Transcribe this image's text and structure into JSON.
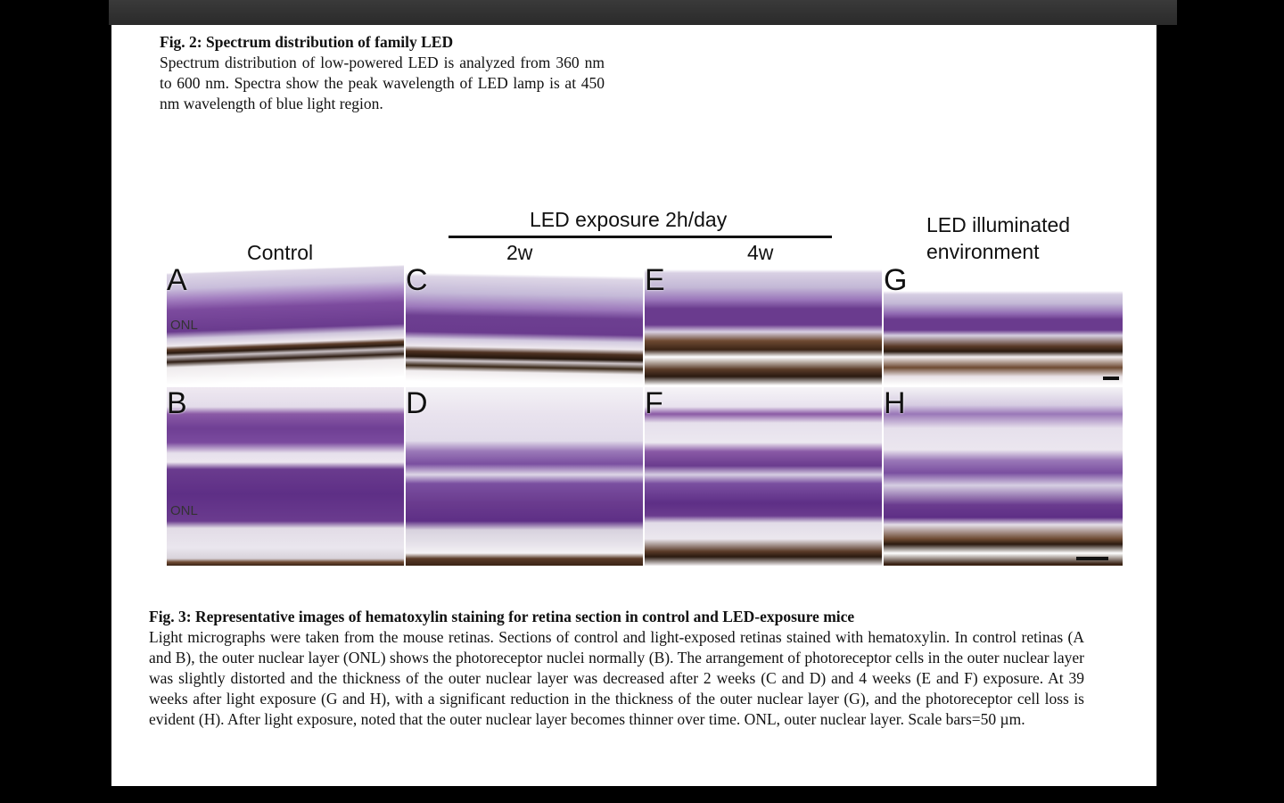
{
  "fig2": {
    "title": "Fig. 2: Spectrum distribution of family LED",
    "body": "Spectrum distribution of low-powered LED is analyzed from 360 nm to 600 nm. Spectra show the peak wavelength of LED lamp is at 450 nm wavelength of blue light region."
  },
  "figure": {
    "header_exposure": "LED exposure 2h/day",
    "header_control": "Control",
    "header_2w": "2w",
    "header_4w": "4w",
    "header_env_line1": "LED illuminated",
    "header_env_line2": "environment",
    "onl_label": "ONL",
    "panels": {
      "A": {
        "label": "A"
      },
      "B": {
        "label": "B"
      },
      "C": {
        "label": "C"
      },
      "D": {
        "label": "D"
      },
      "E": {
        "label": "E"
      },
      "F": {
        "label": "F"
      },
      "G": {
        "label": "G"
      },
      "H": {
        "label": "H"
      }
    },
    "colors": {
      "tissue_light": "#e3dcea",
      "tissue_purple": "#8a5aa6",
      "tissue_dark_purple": "#5e2f86",
      "pigment_brown": "#3b2416",
      "background": "#f4f2f4"
    }
  },
  "fig3": {
    "title": "Fig. 3: Representative images of hematoxylin staining for retina section in control and LED-exposure mice",
    "body": "Light micrographs were taken from the mouse retinas. Sections of control and light-exposed retinas stained with hematoxylin. In control retinas (A and B), the outer nuclear layer (ONL) shows the photoreceptor nuclei normally (B). The arrangement of photoreceptor cells in the outer nuclear layer was slightly distorted and the thickness of the outer nuclear layer was decreased after 2 weeks (C and D) and 4 weeks (E and F) exposure. At 39 weeks after light exposure (G and H), with a significant reduction in the thickness of the outer nuclear layer (G), and the photoreceptor cell loss is evident (H). After light exposure, noted that the outer nuclear layer becomes thinner over time. ONL, outer nuclear layer. Scale bars=50 µm."
  }
}
